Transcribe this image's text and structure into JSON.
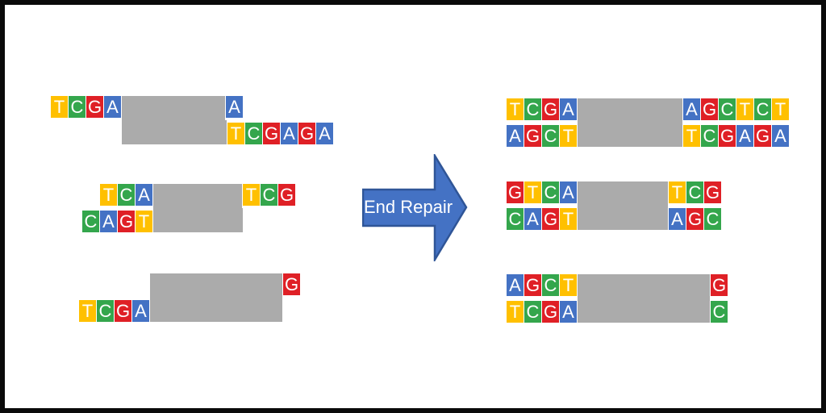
{
  "arrow": {
    "label": "End Repair",
    "fill": "#4472C4",
    "border": "#2F5597"
  },
  "base_colors": {
    "A": "#4472C4",
    "C": "#34A64C",
    "G": "#DF2026",
    "T": "#FFC000"
  },
  "spacer_color": "#ABABAB",
  "letter_color": "#FFFFFF",
  "frame_color": "#0A0A0A",
  "background_color": "#FFFFFF",
  "fragments": {
    "before": [
      {
        "name": "fragment-1-sticky-ends",
        "rows": [
          {
            "strand": "top",
            "indent": 0,
            "segments": [
              {
                "kind": "bases",
                "text": "TCGA"
              },
              {
                "kind": "spacer",
                "width": 128
              },
              {
                "kind": "bases",
                "text": "A"
              }
            ]
          },
          {
            "strand": "bottom",
            "indent": 88,
            "segments": [
              {
                "kind": "spacer",
                "width": 130
              },
              {
                "kind": "bases",
                "text": "TCGAGA"
              }
            ]
          }
        ]
      },
      {
        "name": "fragment-2-sticky-ends",
        "rows": [
          {
            "strand": "top",
            "indent": 22,
            "segments": [
              {
                "kind": "bases",
                "text": "TCA"
              },
              {
                "kind": "spacer",
                "width": 110
              },
              {
                "kind": "bases",
                "text": "TCG"
              }
            ]
          },
          {
            "strand": "bottom",
            "indent": 0,
            "segments": [
              {
                "kind": "bases",
                "text": "CAGT"
              },
              {
                "kind": "spacer",
                "width": 111
              }
            ]
          }
        ]
      },
      {
        "name": "fragment-3-sticky-ends",
        "rows": [
          {
            "strand": "top",
            "indent": 88,
            "segments": [
              {
                "kind": "spacer",
                "width": 164
              },
              {
                "kind": "bases",
                "text": "G"
              }
            ]
          },
          {
            "strand": "bottom",
            "indent": 0,
            "segments": [
              {
                "kind": "bases",
                "text": "TCGA"
              },
              {
                "kind": "spacer",
                "width": 164
              }
            ]
          }
        ]
      }
    ],
    "after": [
      {
        "name": "fragment-1-blunt-ends",
        "rows": [
          {
            "strand": "top",
            "indent": 0,
            "segments": [
              {
                "kind": "bases",
                "text": "TCGA"
              },
              {
                "kind": "spacer",
                "width": 130
              },
              {
                "kind": "bases",
                "text": "AGCTCT"
              }
            ]
          },
          {
            "strand": "bottom",
            "indent": 0,
            "segments": [
              {
                "kind": "bases",
                "text": "AGCT"
              },
              {
                "kind": "spacer",
                "width": 130
              },
              {
                "kind": "bases",
                "text": "TCGAGA"
              }
            ]
          }
        ]
      },
      {
        "name": "fragment-2-blunt-ends",
        "rows": [
          {
            "strand": "top",
            "indent": 0,
            "segments": [
              {
                "kind": "bases",
                "text": "GTCA"
              },
              {
                "kind": "spacer",
                "width": 112
              },
              {
                "kind": "bases",
                "text": "TCG"
              }
            ]
          },
          {
            "strand": "bottom",
            "indent": 0,
            "segments": [
              {
                "kind": "bases",
                "text": "CAGT"
              },
              {
                "kind": "spacer",
                "width": 112
              },
              {
                "kind": "bases",
                "text": "AGC"
              }
            ]
          }
        ]
      },
      {
        "name": "fragment-3-blunt-ends",
        "rows": [
          {
            "strand": "top",
            "indent": 0,
            "segments": [
              {
                "kind": "bases",
                "text": "AGCT"
              },
              {
                "kind": "spacer",
                "width": 164
              },
              {
                "kind": "bases",
                "text": "G"
              }
            ]
          },
          {
            "strand": "bottom",
            "indent": 0,
            "segments": [
              {
                "kind": "bases",
                "text": "TCGA"
              },
              {
                "kind": "spacer",
                "width": 164
              },
              {
                "kind": "bases",
                "text": "C"
              }
            ]
          }
        ]
      }
    ]
  }
}
